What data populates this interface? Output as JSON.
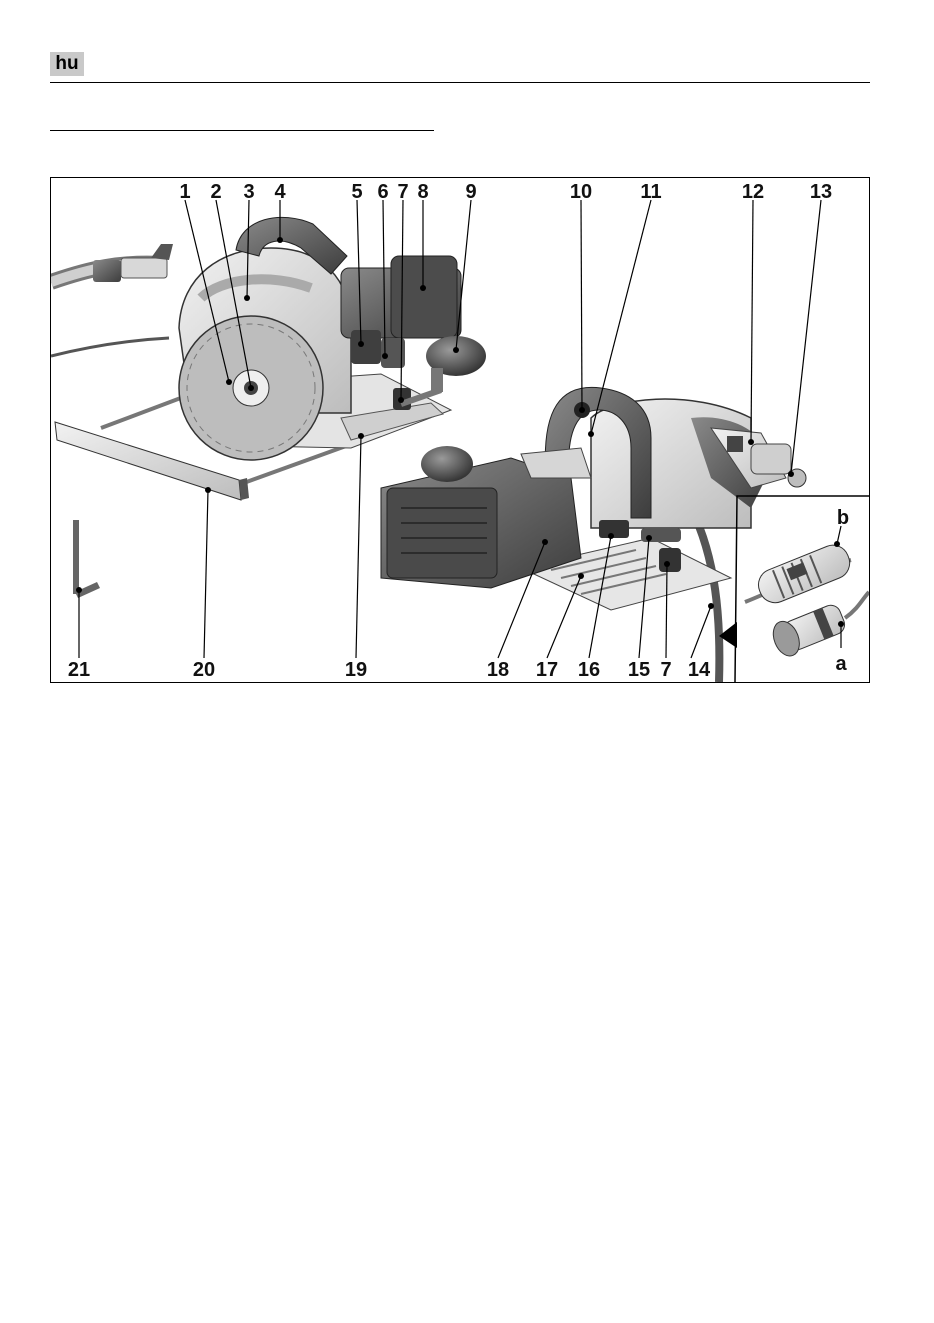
{
  "header": {
    "language_tag": "hu"
  },
  "figure": {
    "callouts_top": [
      "1",
      "2",
      "3",
      "4",
      "5",
      "6",
      "7",
      "8",
      "9",
      "10",
      "11",
      "12",
      "13",
      "b"
    ],
    "callouts_bottom": [
      "21",
      "20",
      "19",
      "18",
      "17",
      "16",
      "15",
      "7",
      "14",
      "a"
    ]
  }
}
